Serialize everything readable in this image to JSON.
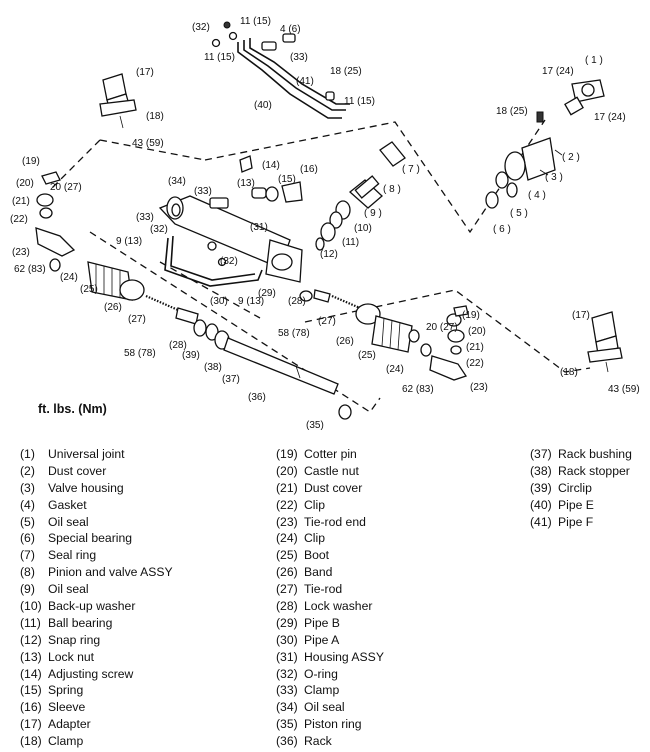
{
  "diagram": {
    "callouts": {
      "c1": "( 1 )",
      "c2": "( 2 )",
      "c3": "( 3 )",
      "c4": "( 4 )",
      "c5": "( 5 )",
      "c6": "( 6 )",
      "c7": "( 7 )",
      "c8": "( 8 )",
      "c9": "( 9 )",
      "c10": "(10)",
      "c11": "(11)",
      "c12": "(12)",
      "c13": "(13)",
      "c14": "(14)",
      "c15": "(15)",
      "c16": "(16)",
      "c17": "(17)",
      "c18": "(18)",
      "c19": "(19)",
      "c20": "20",
      "c20b": "(20)",
      "c21": "(21)",
      "c22": "(22)",
      "c23": "(23)",
      "c24": "(24)",
      "c25": "(25)",
      "c26": "(26)",
      "c27": "(27)",
      "c28": "(28)",
      "c29": "(29)",
      "c30": "(30)",
      "c31": "(31)",
      "c32": "(32)",
      "c33": "(33)",
      "c34": "(34)",
      "c35": "(35)",
      "c36": "(36)",
      "c37": "(37)",
      "c38": "(38)",
      "c39": "(39)",
      "c40": "(40)",
      "c41": "(41)"
    },
    "torques": {
      "t_17_24": "17 (24)",
      "t_18_25": "18 (25)",
      "t_4_6": "4 (6)",
      "t_11_15": "11 (15)",
      "t_43_59": "43 (59)",
      "t_20_27": "20 (27)",
      "t_62_83": "62 (83)",
      "t_58_78": "58 (78)",
      "t_9_13": "9 (13)",
      "t_9": "9"
    }
  },
  "unit_note": "ft. lbs. (Nm)",
  "legend": {
    "column1": [
      {
        "num": "(1)",
        "name": "Universal joint"
      },
      {
        "num": "(2)",
        "name": "Dust cover"
      },
      {
        "num": "(3)",
        "name": "Valve housing"
      },
      {
        "num": "(4)",
        "name": "Gasket"
      },
      {
        "num": "(5)",
        "name": "Oil seal"
      },
      {
        "num": "(6)",
        "name": "Special bearing"
      },
      {
        "num": "(7)",
        "name": "Seal ring"
      },
      {
        "num": "(8)",
        "name": "Pinion and valve ASSY"
      },
      {
        "num": "(9)",
        "name": "Oil seal"
      },
      {
        "num": "(10)",
        "name": "Back-up washer"
      },
      {
        "num": "(11)",
        "name": "Ball bearing"
      },
      {
        "num": "(12)",
        "name": "Snap ring"
      },
      {
        "num": "(13)",
        "name": "Lock nut"
      },
      {
        "num": "(14)",
        "name": "Adjusting screw"
      },
      {
        "num": "(15)",
        "name": "Spring"
      },
      {
        "num": "(16)",
        "name": "Sleeve"
      },
      {
        "num": "(17)",
        "name": "Adapter"
      },
      {
        "num": "(18)",
        "name": "Clamp"
      }
    ],
    "column2": [
      {
        "num": "(19)",
        "name": "Cotter pin"
      },
      {
        "num": "(20)",
        "name": "Castle nut"
      },
      {
        "num": "(21)",
        "name": "Dust cover"
      },
      {
        "num": "(22)",
        "name": "Clip"
      },
      {
        "num": "(23)",
        "name": "Tie-rod end"
      },
      {
        "num": "(24)",
        "name": "Clip"
      },
      {
        "num": "(25)",
        "name": "Boot"
      },
      {
        "num": "(26)",
        "name": "Band"
      },
      {
        "num": "(27)",
        "name": "Tie-rod"
      },
      {
        "num": "(28)",
        "name": "Lock washer"
      },
      {
        "num": "(29)",
        "name": "Pipe B"
      },
      {
        "num": "(30)",
        "name": "Pipe A"
      },
      {
        "num": "(31)",
        "name": "Housing ASSY"
      },
      {
        "num": "(32)",
        "name": "O-ring"
      },
      {
        "num": "(33)",
        "name": "Clamp"
      },
      {
        "num": "(34)",
        "name": "Oil seal"
      },
      {
        "num": "(35)",
        "name": "Piston ring"
      },
      {
        "num": "(36)",
        "name": "Rack"
      }
    ],
    "column3": [
      {
        "num": "(37)",
        "name": "Rack bushing"
      },
      {
        "num": "(38)",
        "name": "Rack stopper"
      },
      {
        "num": "(39)",
        "name": "Circlip"
      },
      {
        "num": "(40)",
        "name": "Pipe E"
      },
      {
        "num": "(41)",
        "name": "Pipe F"
      }
    ]
  }
}
